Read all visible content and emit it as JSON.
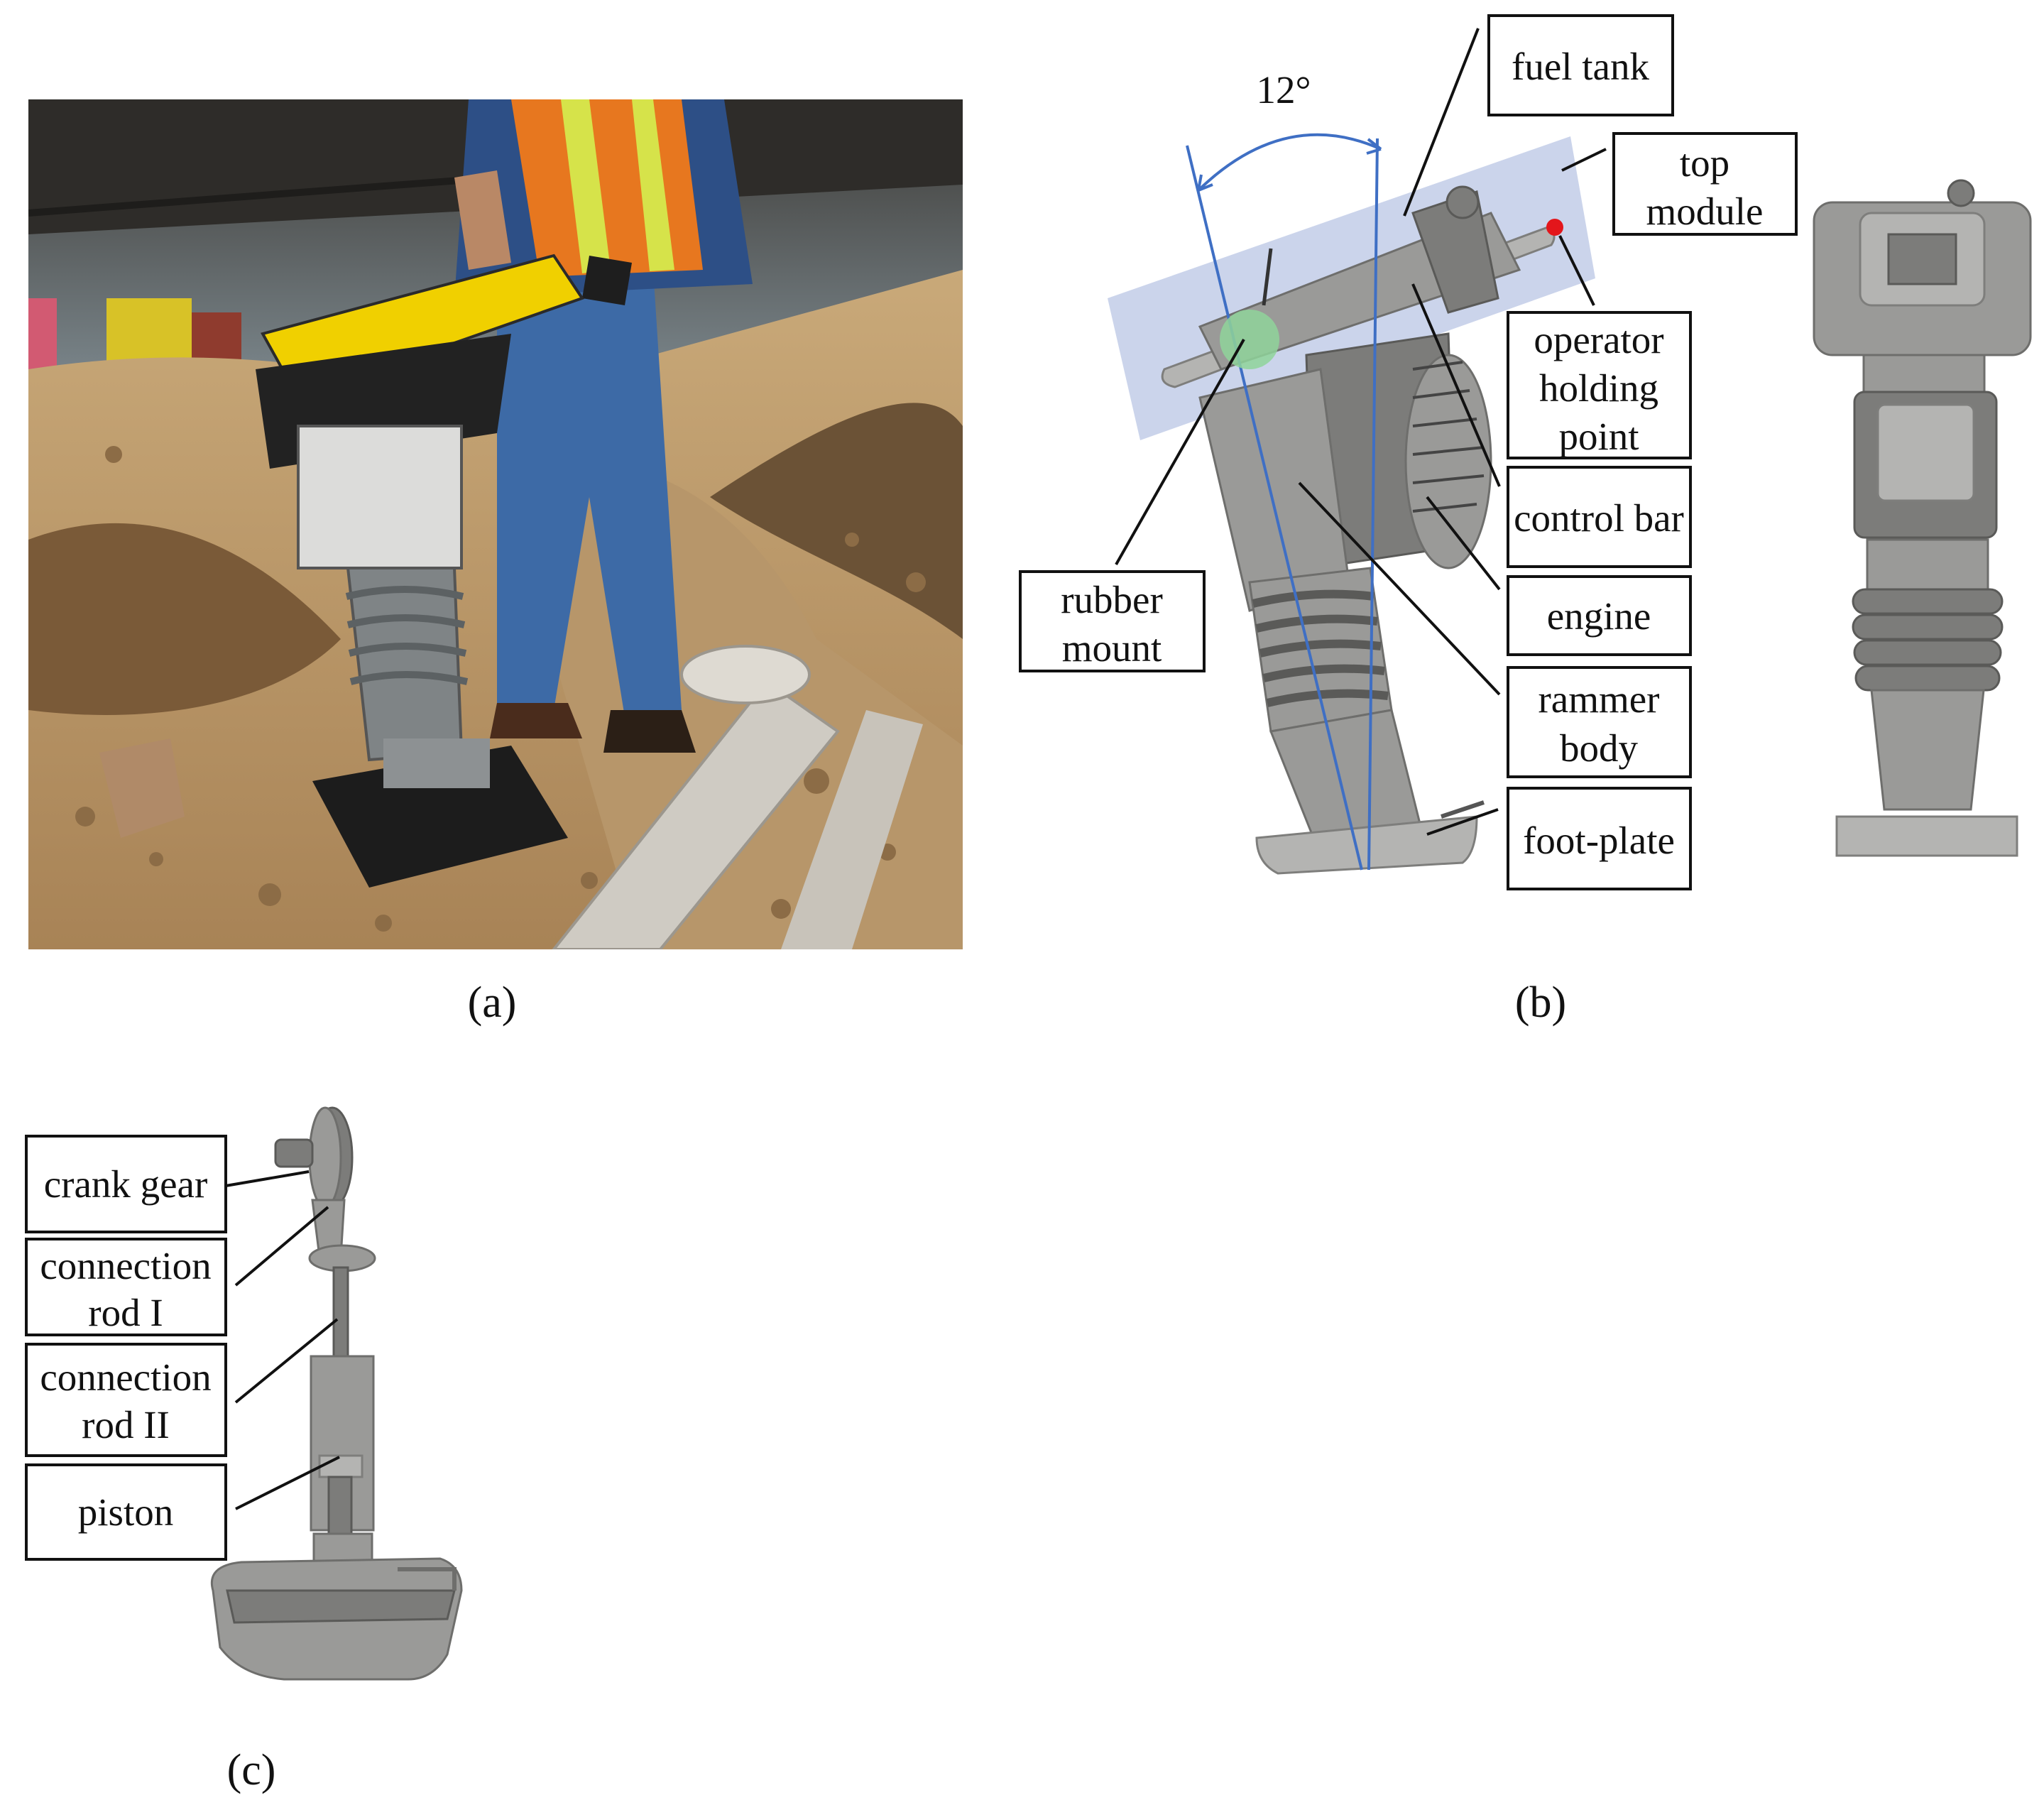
{
  "panel_a": {
    "caption": "(a)"
  },
  "panel_b": {
    "caption": "(b)",
    "angle_label": "12°",
    "labels": {
      "fuel_tank": "fuel tank",
      "top_module_1": "top",
      "top_module_2": "module",
      "operator_1": "operator",
      "operator_2": "holding",
      "operator_3": "point",
      "control_bar": "control bar",
      "engine": "engine",
      "rammer_body_1": "rammer",
      "rammer_body_2": "body",
      "foot_plate": "foot-plate",
      "rubber_mount_1": "rubber",
      "rubber_mount_2": "mount"
    },
    "colors": {
      "top_module_highlight": "#b9c6e4",
      "axis_lines": "#3f6fc4",
      "rubber_mount_marker": "#8fd39a",
      "holding_point_marker": "#e3161b"
    }
  },
  "panel_c": {
    "caption": "(c)",
    "labels": {
      "crank_gear": "crank gear",
      "rod1_1": "connection",
      "rod1_2": "rod I",
      "rod2_1": "connection",
      "rod2_2": "rod II",
      "piston": "piston"
    }
  }
}
